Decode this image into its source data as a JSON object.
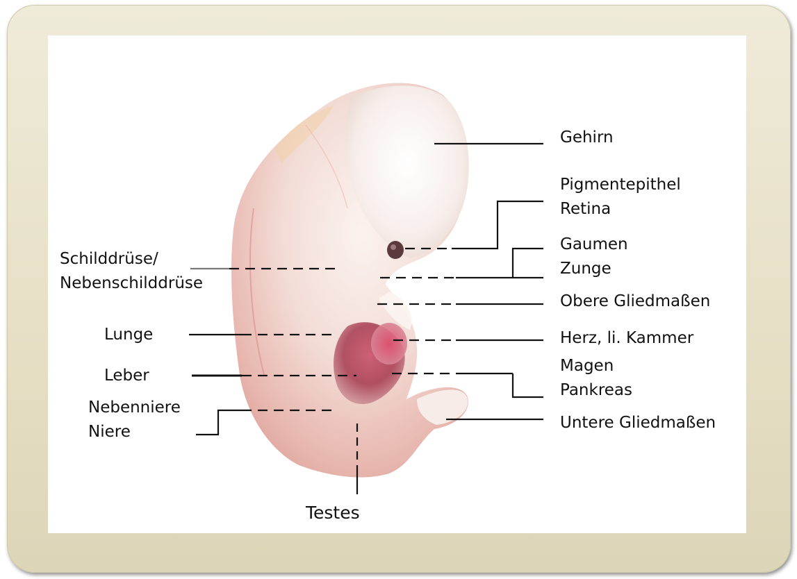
{
  "labels": {
    "gehirn": "Gehirn",
    "pigmentepithel": "Pigmentepithel",
    "retina": "Retina",
    "gaumen": "Gaumen",
    "zunge": "Zunge",
    "obere_gliedmassen": "Obere Gliedmaßen",
    "herz": "Herz, li. Kammer",
    "magen": "Magen",
    "pankreas": "Pankreas",
    "untere_gliedmassen": "Untere Gliedmaßen",
    "schilddruese": "Schilddrüse/",
    "nebenschilddruese": "Nebenschilddrüse",
    "lunge": "Lunge",
    "leber": "Leber",
    "nebenniere": "Nebenniere",
    "niere": "Niere",
    "testes": "Testes"
  },
  "colors": {
    "frame": "#e6e0c6",
    "skin_light": "#f6ece6",
    "skin_pink": "#e9b7b0",
    "organ_red": "#b3404f",
    "line": "#111111"
  }
}
